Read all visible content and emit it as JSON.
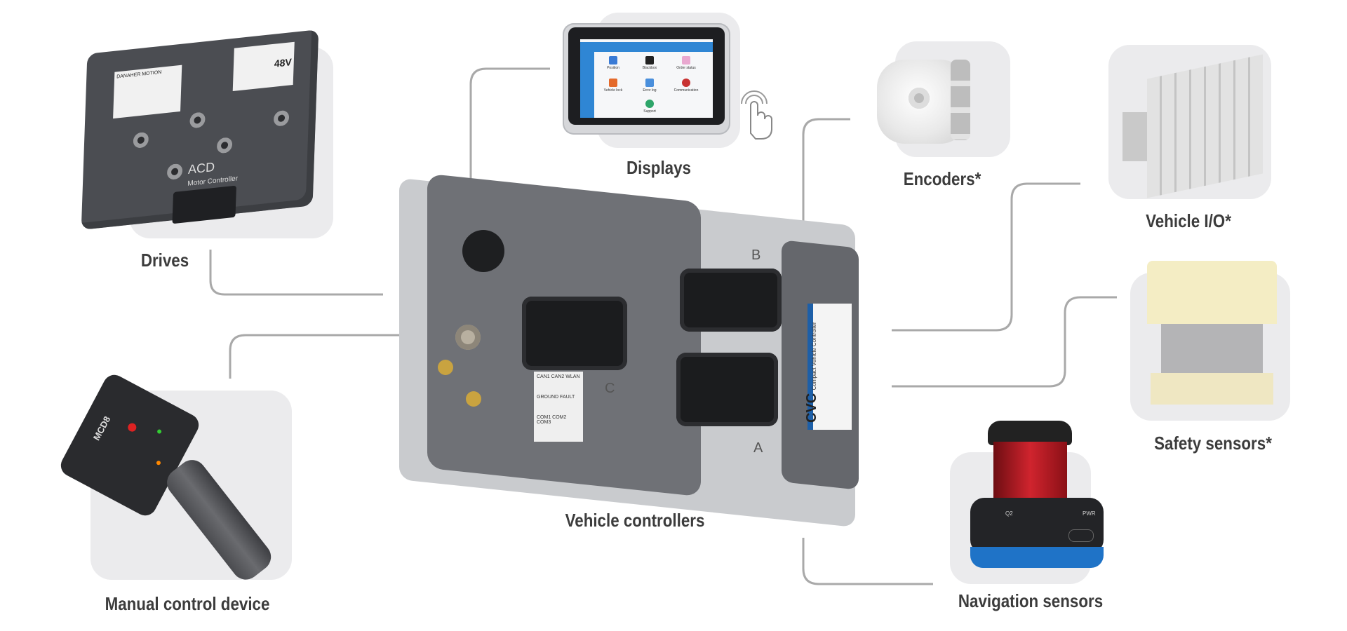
{
  "products": {
    "drives": {
      "label": "Drives",
      "brand": "ACD",
      "name": "Motor Controller",
      "voltage": "48V",
      "maker": "DANAHER MOTION"
    },
    "displays": {
      "label": "Displays",
      "tiles": [
        "Position",
        "Blackbox",
        "Order status",
        "Vehicle lock",
        "Error log",
        "Communication",
        "Support"
      ]
    },
    "encoders": {
      "label": "Encoders*"
    },
    "vehicle_io": {
      "label": "Vehicle I/O*"
    },
    "safety_sensors": {
      "label": "Safety sensors*"
    },
    "navigation_sensors": {
      "label": "Navigation sensors",
      "indicator_left": "Q2",
      "indicator_right": "PWR"
    },
    "manual_control": {
      "label": "Manual control device",
      "model": "MCD8"
    },
    "vehicle_controllers": {
      "label": "Vehicle controllers",
      "badge": "CVC",
      "badge_sub": "Compact Vehicle Controller",
      "sticker": [
        "CAN1 CAN2 WLAN",
        "GROUND FAULT",
        "COM1 COM2 COM3"
      ],
      "port_a": "A",
      "port_b": "B",
      "port_c": "C"
    }
  },
  "colors": {
    "line": "#a9a9a9",
    "label": "#3c3c3c",
    "box": "#ebebed",
    "accent": "#2f86d4"
  }
}
